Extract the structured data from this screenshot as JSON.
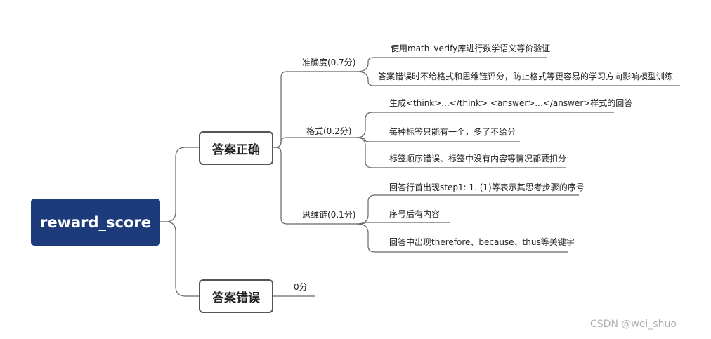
{
  "root": {
    "label": "reward_score"
  },
  "correct": {
    "label": "答案正确",
    "groups": [
      {
        "label": "准确度(0.7分)",
        "items": [
          "使用math_verify库进行数学语义等价验证",
          "答案错误时不给格式和思维链评分，防止格式等更容易的学习方向影响模型训练"
        ]
      },
      {
        "label": "格式(0.2分)",
        "items": [
          "生成<think>...</think> <answer>...</answer>样式的回答",
          "每种标签只能有一个，多了不给分",
          "标签顺序错误、标签中没有内容等情况都要扣分"
        ]
      },
      {
        "label": "思维链(0.1分)",
        "items": [
          "回答行首出现step1: 1. (1)等表示其思考步骤的序号",
          "序号后有内容",
          "回答中出现therefore、because、thus等关键字"
        ]
      }
    ]
  },
  "wrong": {
    "label": "答案错误",
    "score": "0分"
  },
  "watermark": "CSDN @wei_shuo"
}
